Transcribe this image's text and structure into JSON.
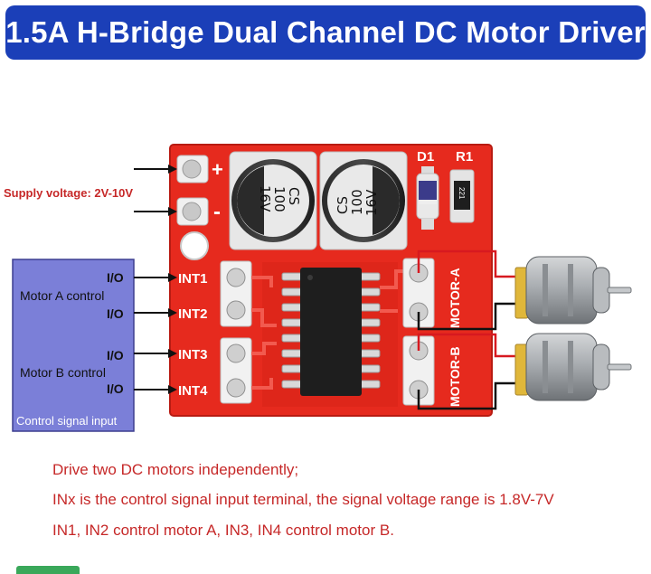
{
  "title": "1.5A H-Bridge Dual Channel DC Motor Driver",
  "labels": {
    "supply_voltage": "Supply voltage: 2V-10V",
    "plus": "+",
    "minus": "-",
    "io": "I/O",
    "motor_a_control": "Motor A control",
    "motor_b_control": "Motor B control",
    "control_signal_input": "Control signal input",
    "int1": "INT1",
    "int2": "INT2",
    "int3": "INT3",
    "int4": "INT4",
    "d1": "D1",
    "r1": "R1",
    "resistor_code": "221",
    "motor_a": "MOTOR-A",
    "motor_b": "MOTOR-B",
    "cap_brand": "CS",
    "cap_value": "100",
    "cap_voltage": "16V"
  },
  "description": {
    "line1": "Drive two DC motors independently;",
    "line2": "INx is the control signal input terminal, the signal voltage range is 1.8V-7V",
    "line3": "IN1, IN2 control motor A, IN3, IN4 control motor B."
  },
  "colors": {
    "banner": "#1b3fb8",
    "pcb": "#e62a1e",
    "control_box": "#7b7fd8",
    "text_red": "#c62828",
    "wire_red": "#d71920",
    "motor_gold": "#e0b73a"
  }
}
